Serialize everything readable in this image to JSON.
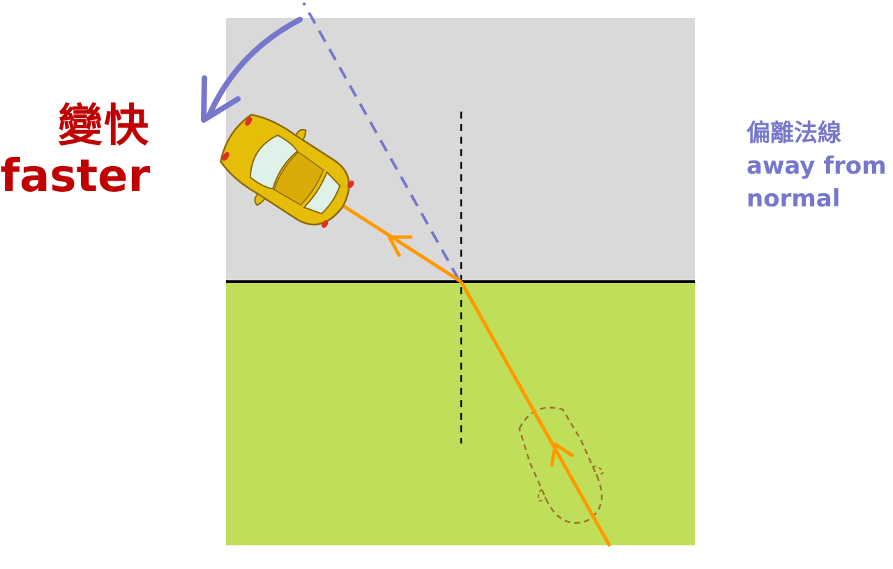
{
  "left_label": {
    "zh": "變快",
    "en": "faster"
  },
  "right_label": {
    "zh": "偏離法線",
    "en_line1": "away from",
    "en_line2": "normal"
  },
  "colors": {
    "slow_region": "#bfdf5a",
    "fast_region": "#d9d9d9",
    "boundary": "#000000",
    "ray": "#ff9900",
    "extension": "#7777cc",
    "label_red": "#c00000",
    "label_purple": "#7777cc"
  }
}
